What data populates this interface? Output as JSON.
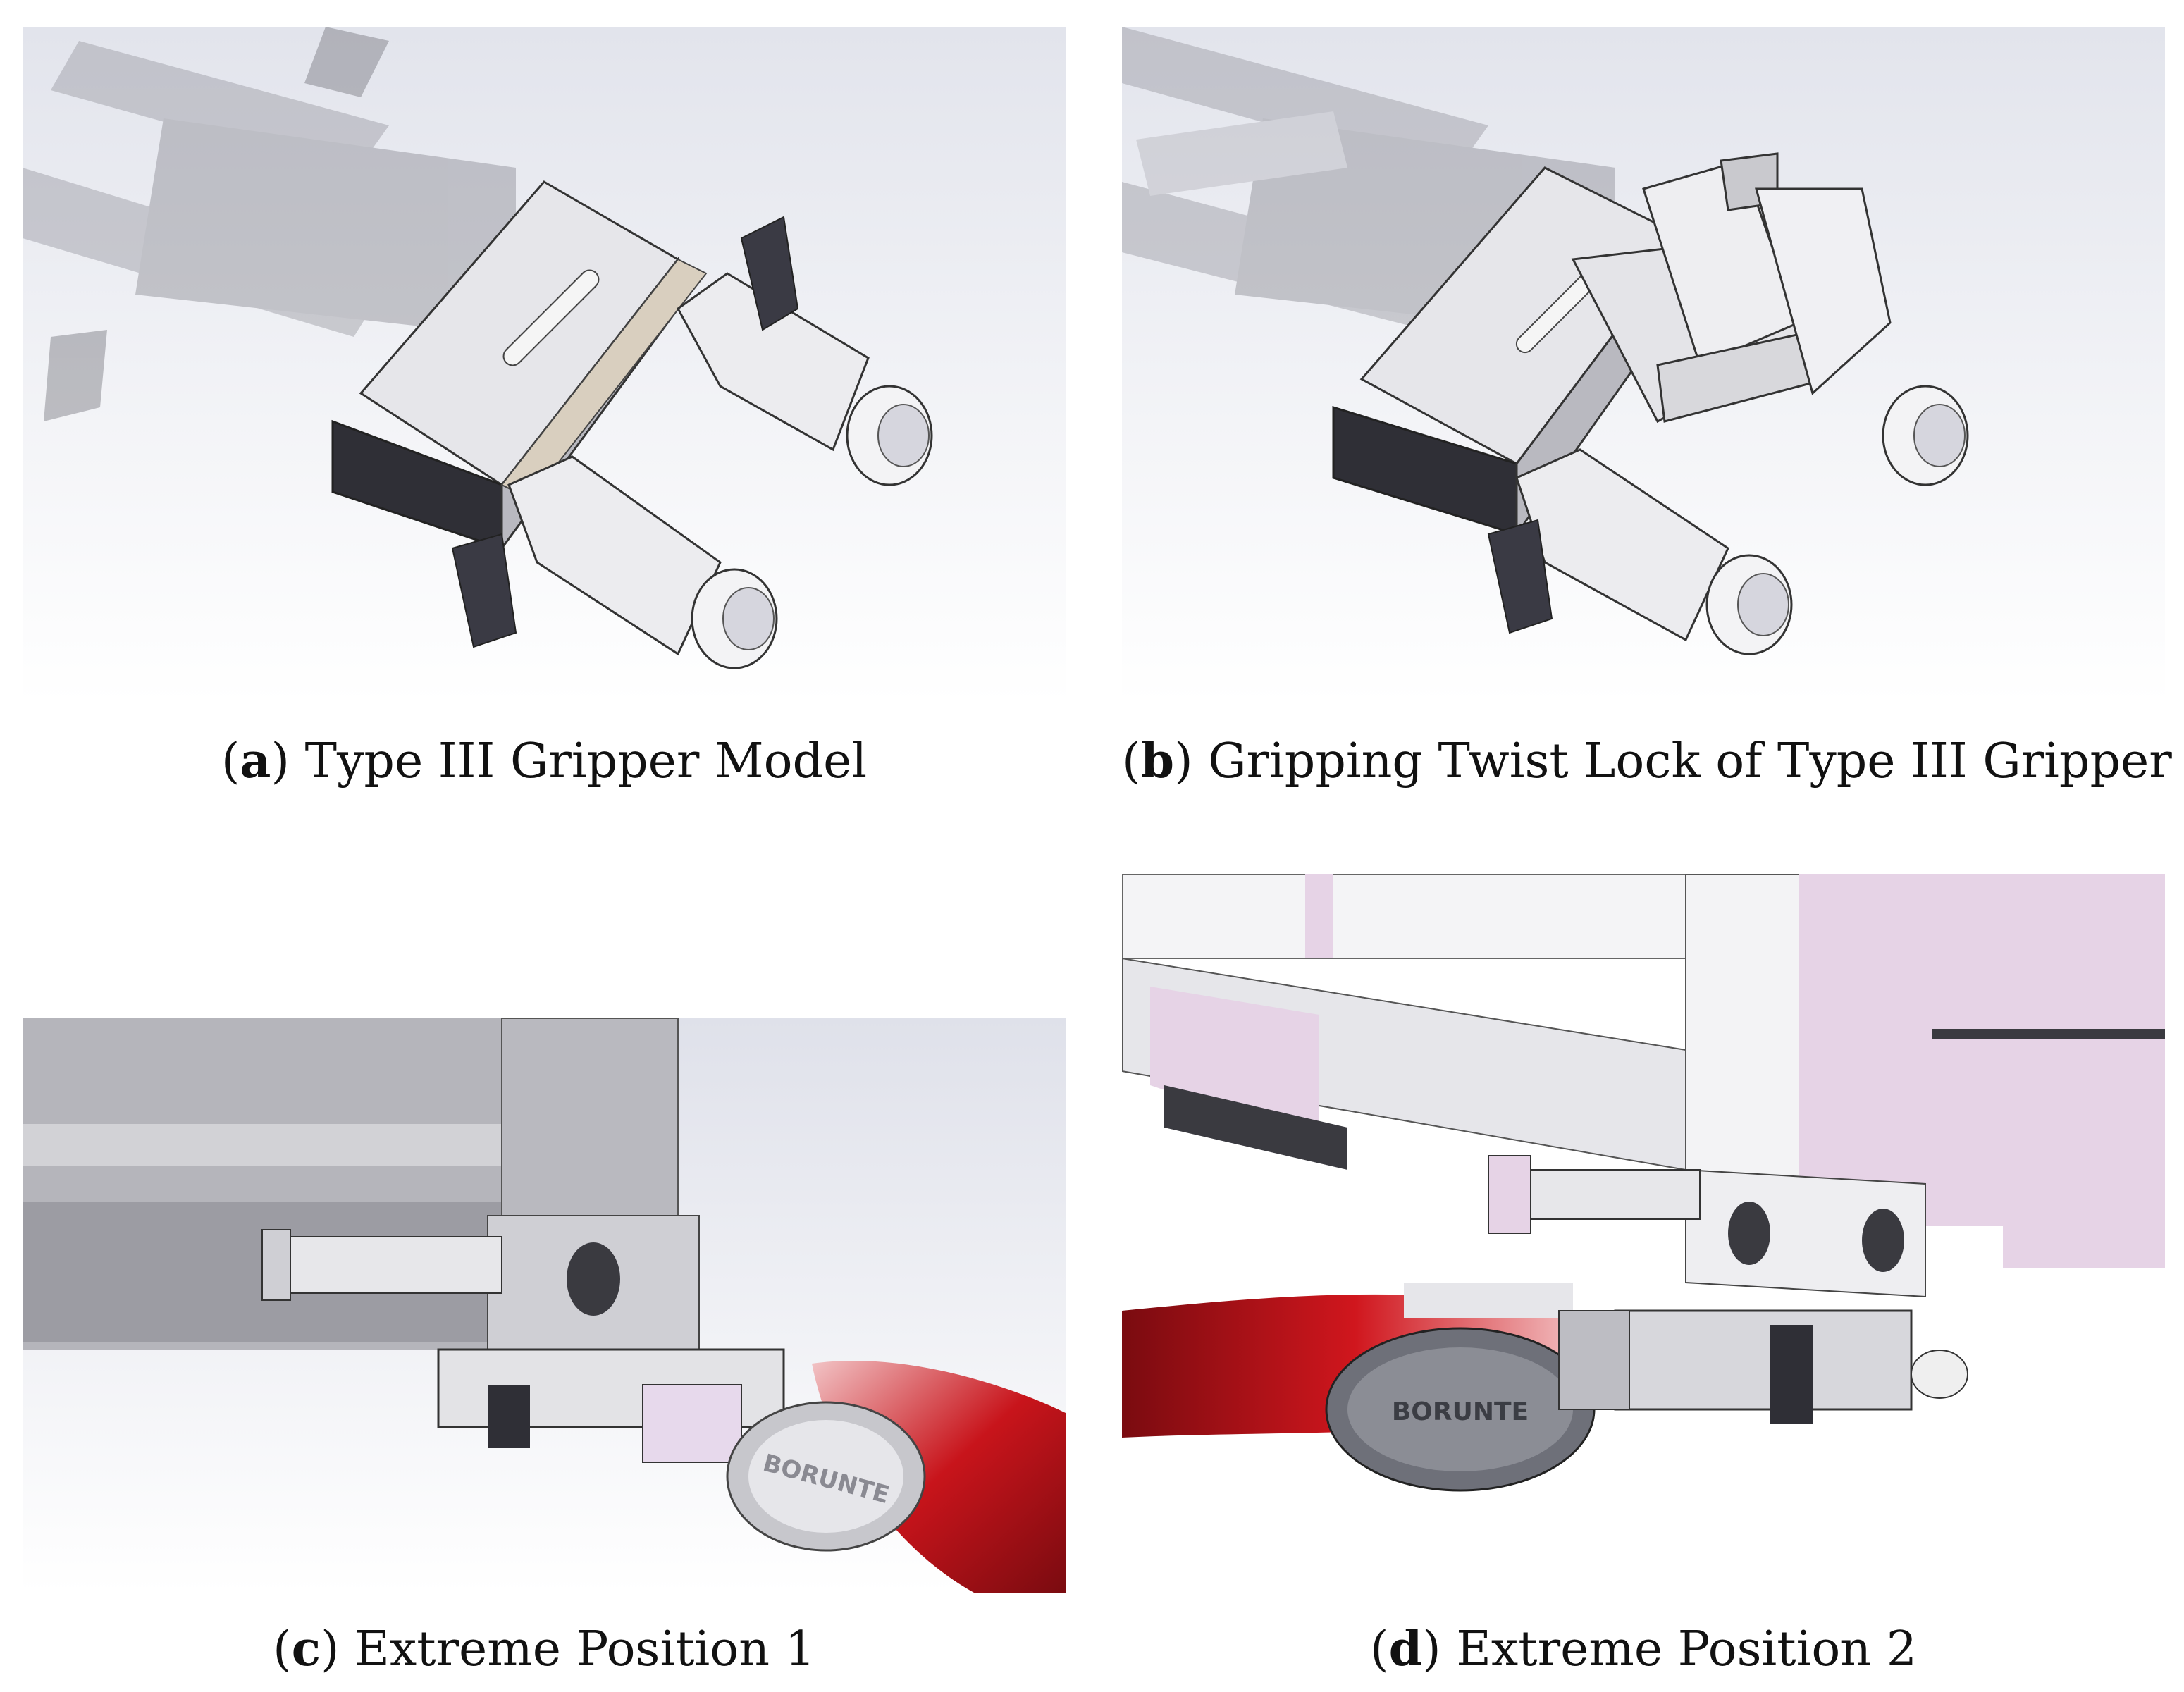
{
  "figure": {
    "panels": [
      {
        "id": "a",
        "letter": "a",
        "title": "Type III Gripper Model"
      },
      {
        "id": "b",
        "letter": "b",
        "title": "Gripping Twist Lock of Type III Gripper"
      },
      {
        "id": "c",
        "letter": "c",
        "title": "Extreme Position 1"
      },
      {
        "id": "d",
        "letter": "d",
        "title": "Extreme Position 2"
      }
    ],
    "robot_brand": "BORUNTE"
  },
  "colors": {
    "background_gradient_top": "#e6e8ef",
    "metal_light": "#e9e9ec",
    "metal_mid": "#c9c9cf",
    "metal_dark": "#3c3c44",
    "container_pink": "#e6d3e6",
    "robot_red": "#c8141b",
    "robot_grey": "#6e7079"
  }
}
